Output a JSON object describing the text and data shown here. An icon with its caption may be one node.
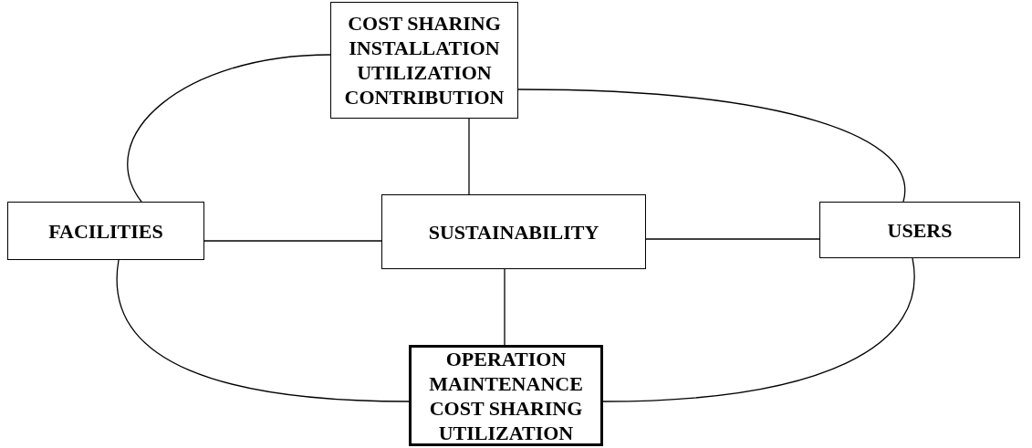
{
  "diagram": {
    "nodes": [
      {
        "text": [
          "COST SHARING INSTALLATION UTILIZATION CONTRIBUTION"
        ]
      },
      {
        "text": [
          "FACILITIES"
        ]
      },
      {
        "text": [
          "SUSTAINABILITY"
        ]
      },
      {
        "text": [
          "USERS"
        ]
      },
      {
        "text": [
          "OPERATION MAINTENANCE COST SHARING UTILIZATION"
        ]
      }
    ],
    "edges": [
      {
        "from": 0,
        "to": 2,
        "arrow": "none"
      },
      {
        "from": 1,
        "to": 2,
        "arrow": "none"
      },
      {
        "from": 2,
        "to": 3,
        "arrow": "none"
      },
      {
        "from": 2,
        "to": 4,
        "arrow": "none"
      },
      {
        "from": 0,
        "to": 1,
        "arrow": "none"
      },
      {
        "from": 0,
        "to": 3,
        "arrow": "none"
      },
      {
        "from": 1,
        "to": 4,
        "arrow": "none"
      },
      {
        "from": 3,
        "to": 4,
        "arrow": "none"
      }
    ]
  }
}
